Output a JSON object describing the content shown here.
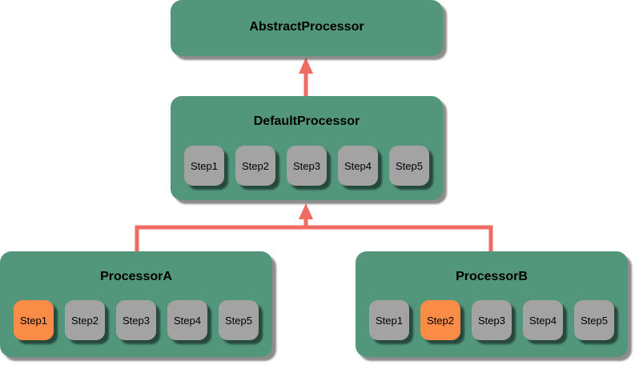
{
  "colors": {
    "box": "#52967c",
    "step": "#a3a3a3",
    "highlight": "#fa8c48",
    "arrow": "#ef6c62"
  },
  "nodes": {
    "abstract": {
      "title": "AbstractProcessor"
    },
    "default": {
      "title": "DefaultProcessor",
      "steps": [
        {
          "label": "Step1",
          "highlighted": false
        },
        {
          "label": "Step2",
          "highlighted": false
        },
        {
          "label": "Step3",
          "highlighted": false
        },
        {
          "label": "Step4",
          "highlighted": false
        },
        {
          "label": "Step5",
          "highlighted": false
        }
      ]
    },
    "a": {
      "title": "ProcessorA",
      "steps": [
        {
          "label": "Step1",
          "highlighted": true
        },
        {
          "label": "Step2",
          "highlighted": false
        },
        {
          "label": "Step3",
          "highlighted": false
        },
        {
          "label": "Step4",
          "highlighted": false
        },
        {
          "label": "Step5",
          "highlighted": false
        }
      ]
    },
    "b": {
      "title": "ProcessorB",
      "steps": [
        {
          "label": "Step1",
          "highlighted": false
        },
        {
          "label": "Step2",
          "highlighted": true
        },
        {
          "label": "Step3",
          "highlighted": false
        },
        {
          "label": "Step4",
          "highlighted": false
        },
        {
          "label": "Step5",
          "highlighted": false
        }
      ]
    }
  },
  "edges": [
    {
      "from": "default",
      "to": "abstract",
      "type": "inheritance"
    },
    {
      "from": "a",
      "to": "default",
      "type": "inheritance"
    },
    {
      "from": "b",
      "to": "default",
      "type": "inheritance"
    }
  ]
}
